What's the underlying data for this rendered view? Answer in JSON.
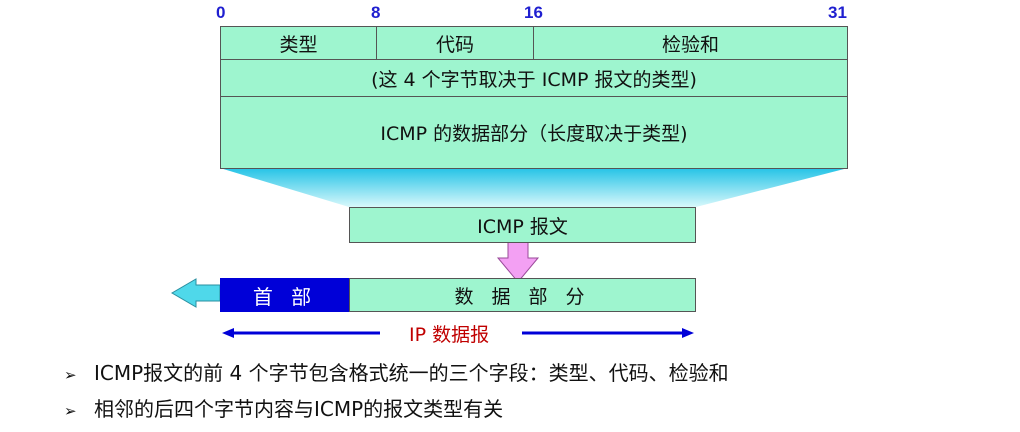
{
  "bit_positions": [
    "0",
    "8",
    "16",
    "31"
  ],
  "header_fields": {
    "type": "类型",
    "code": "代码",
    "checksum": "检验和"
  },
  "rest_of_header": "(这 4 个字节取决于 ICMP 报文的类型)",
  "data_part": "ICMP 的数据部分（长度取决于类型)",
  "icmp_message": "ICMP 报文",
  "ip_datagram": {
    "header": "首 部",
    "data": "数 据 部 分",
    "label": "IP 数据报"
  },
  "bullets": [
    "ICMP报文的前 4 个字节包含格式统一的三个字段：类型、代码、检验和",
    "相邻的后四个字节内容与ICMP的报文类型有关"
  ],
  "colors": {
    "field_fill": "#9ef5cf",
    "ip_header_fill": "#0000d8",
    "bit_label": "#1f1fd0",
    "ip_label": "#c00000",
    "arrow_pink": "#f3a0f3",
    "arrow_cyan": "#4fd8ea"
  }
}
